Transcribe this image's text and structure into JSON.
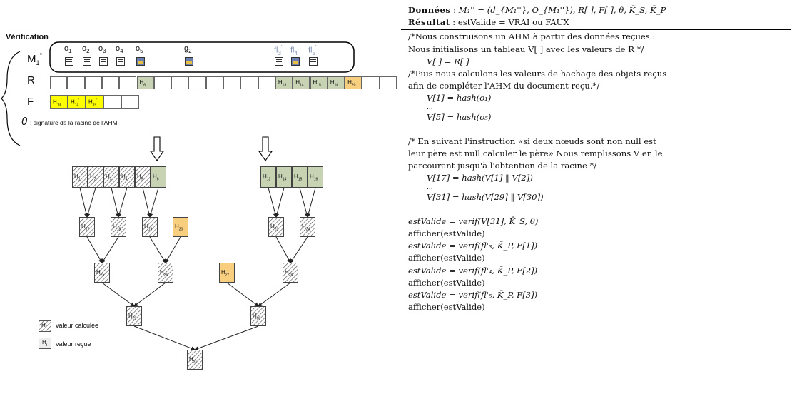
{
  "diagram": {
    "title": "Vérification",
    "row_labels": {
      "m": "M",
      "m_sub": "1",
      "m_sup": "''",
      "r": "R",
      "f": "F",
      "theta": "θ"
    },
    "theta_caption": ": signature de la    racine  de  l'AHM",
    "m_objects": [
      {
        "base": "o",
        "sub": "1",
        "sup": ""
      },
      {
        "base": "o",
        "sub": "2",
        "sup": ""
      },
      {
        "base": "o",
        "sub": "3",
        "sup": ""
      },
      {
        "base": "o",
        "sub": "4",
        "sup": ""
      },
      {
        "base": "o",
        "sub": "5",
        "sup": ""
      },
      {
        "base": "g",
        "sub": "2",
        "sup": ""
      },
      {
        "base": "fl",
        "sub": "3",
        "sup": "'"
      },
      {
        "base": "fl",
        "sub": "4",
        "sup": "'"
      },
      {
        "base": "fl",
        "sub": "5",
        "sup": "'"
      }
    ],
    "r_filled": [
      {
        "cell": 6,
        "sub": "6",
        "kind": "green"
      },
      {
        "cell": 14,
        "sub": "13",
        "kind": "green"
      },
      {
        "cell": 15,
        "sub": "14",
        "kind": "green"
      },
      {
        "cell": 16,
        "sub": "15",
        "kind": "green"
      },
      {
        "cell": 17,
        "sub": "16",
        "kind": "green"
      },
      {
        "cell": 18,
        "sub": "20",
        "kind": "orange"
      },
      {
        "cell": 23,
        "sub": "27",
        "kind": "orange"
      }
    ],
    "f_cells": [
      {
        "sub": "13",
        "sup": "'"
      },
      {
        "sub": "14",
        "sup": "'"
      },
      {
        "sub": "15",
        "sup": "'"
      }
    ],
    "tree_left": {
      "leaves": [
        {
          "sub": "1",
          "kind": "hatched"
        },
        {
          "sub": "2",
          "kind": "hatched"
        },
        {
          "sub": "3",
          "kind": "hatched"
        },
        {
          "sub": "4",
          "kind": "hatched"
        },
        {
          "sub": "5",
          "kind": "hatched"
        },
        {
          "sub": "6",
          "kind": "green"
        }
      ],
      "level1": [
        "17",
        "18",
        "19",
        "20"
      ],
      "level2": [
        "25",
        "26"
      ],
      "level3": [
        "29"
      ]
    },
    "tree_right": {
      "leaves": [
        "13",
        "14",
        "15",
        "16"
      ],
      "level1": [
        "23",
        "24"
      ],
      "level2": [
        "28"
      ],
      "extra": "27",
      "level3": [
        "30"
      ]
    },
    "root": "31",
    "legend": {
      "calc_label": "valeur  calculée",
      "recv_label": "valeur  reçue",
      "calc_symbol": "H",
      "recv_symbol": "H",
      "sub": "i"
    }
  },
  "algorithm": {
    "donnees_label": "Données",
    "donnees_text": "M₁'' = (d_{M₁''}, O_{M₁''}), R[ ], F[ ], θ, K̄_S, K̄_P",
    "resultat_label": "Résultat",
    "resultat_text": "estValide = VRAI ou FAUX",
    "c1a": "/*Nous construisons un AHM à partir des données reçues :",
    "c1b": "Nous initialisons un tableau V[ ] avec les valeurs de R */",
    "s1": "V[ ] = R[ ]",
    "c2a": "/*Puis nous calculons les valeurs de hachage des objets reçus",
    "c2b": "afin de compléter l'AHM du document reçu.*/",
    "s2": "V[1] = hash(o₁)",
    "dots": "...",
    "s3": "V[5] = hash(o₅)",
    "c3a": "/* En suivant l'instruction «si deux nœuds sont non null est",
    "c3b": "leur père est null calculer le père» Nous remplissons V en le",
    "c3c": "parcourant jusqu'à l'obtention de la racine */",
    "s4": "V[17] = hash(V[1]  ‖ V[2])",
    "s5": "V[31] = hash(V[29]  ‖ V[30])",
    "v1": "estValide = verif(V[31], K̄_S, θ)",
    "afficher": "afficher(estValide)",
    "v2": "estValide = verif(fl'₃, K̄_P, F[1])",
    "v3": "estValide = verif(fl'₄, K̄_P, F[2])",
    "v4": "estValide = verif(fl'₅, K̄_P, F[3])"
  },
  "colors": {
    "green": "#c8d3b3",
    "orange": "#f7cf7f",
    "yellow": "#ffff00",
    "hatch_bg": "#ffffff",
    "hatch_line": "#555555"
  }
}
